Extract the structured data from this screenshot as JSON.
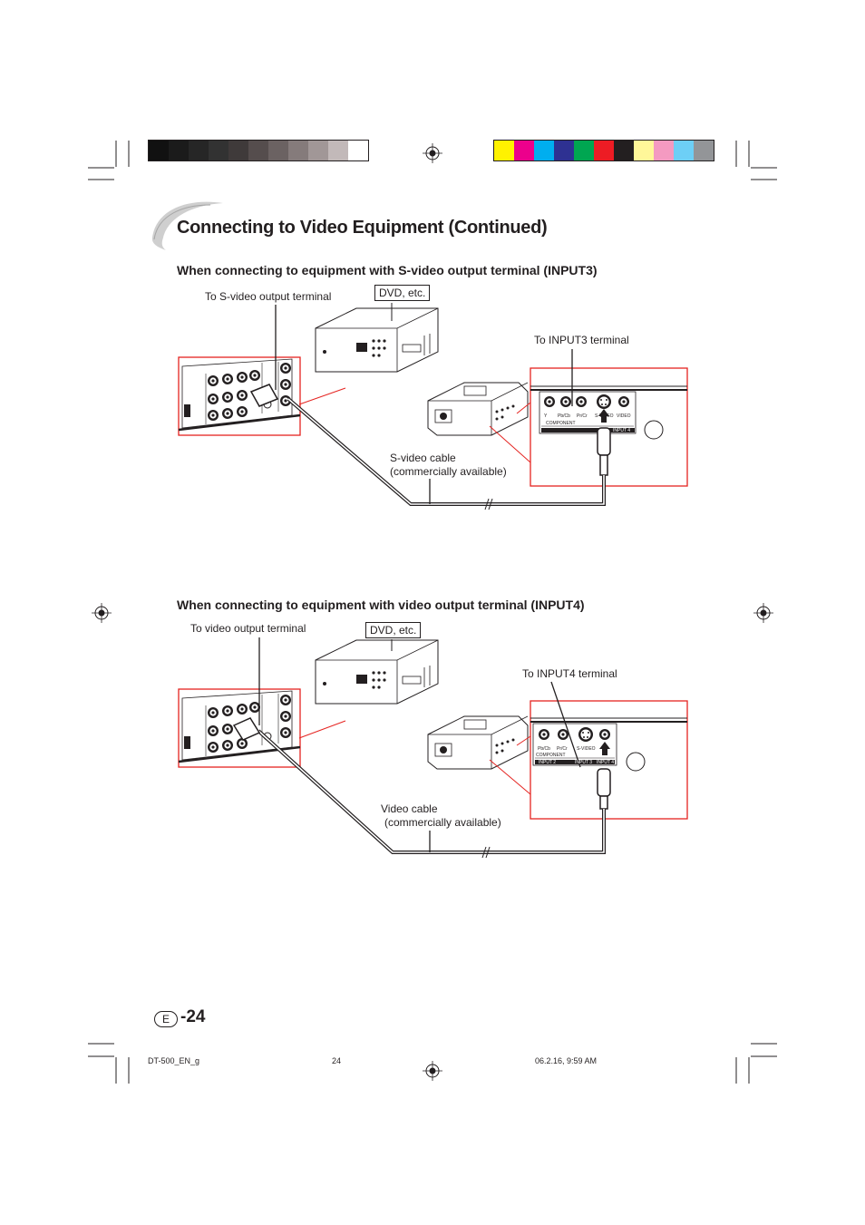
{
  "header": {
    "grayscale_swatches": [
      "#111111",
      "#1b1b1b",
      "#262626",
      "#323232",
      "#3f3a3a",
      "#554d4d",
      "#6b6262",
      "#857b7b",
      "#a19797",
      "#c2b9b9",
      "#ffffff"
    ],
    "color_swatches": [
      "#fff200",
      "#ec008c",
      "#00aeef",
      "#2e3192",
      "#00a651",
      "#ed1c24",
      "#231f20",
      "#fff799",
      "#f49ac1",
      "#6dcff6",
      "#939598"
    ]
  },
  "title": "Connecting to Video Equipment (Continued)",
  "section1": {
    "heading": "When connecting to equipment with S-video output terminal (INPUT3)",
    "source_label": "To S-video output terminal",
    "device_label": "DVD, etc.",
    "target_label": "To INPUT3 terminal",
    "cable_line1": "S-video cable",
    "cable_line2": "(commercially available)"
  },
  "section2": {
    "heading": "When connecting to equipment with video output terminal (INPUT4)",
    "source_label": "To video output terminal",
    "device_label": "DVD, etc.",
    "target_label": "To INPUT4 terminal",
    "cable_line1": "Video cable",
    "cable_line2": "(commercially available)"
  },
  "panel_text": {
    "y": "Y",
    "pbcb": "Pb/Cb",
    "prcr": "Pr/Cr",
    "component": "COMPONENT",
    "svideo": "S-VIDEO",
    "video": "VIDEO",
    "input2": "INPUT 2",
    "input3": "INPUT 3",
    "input4": "INPUT 4"
  },
  "page": {
    "badge": "E",
    "number": "-24"
  },
  "footer": {
    "left": "DT-500_EN_g",
    "center": "24",
    "right": "06.2.16, 9:59 AM"
  }
}
